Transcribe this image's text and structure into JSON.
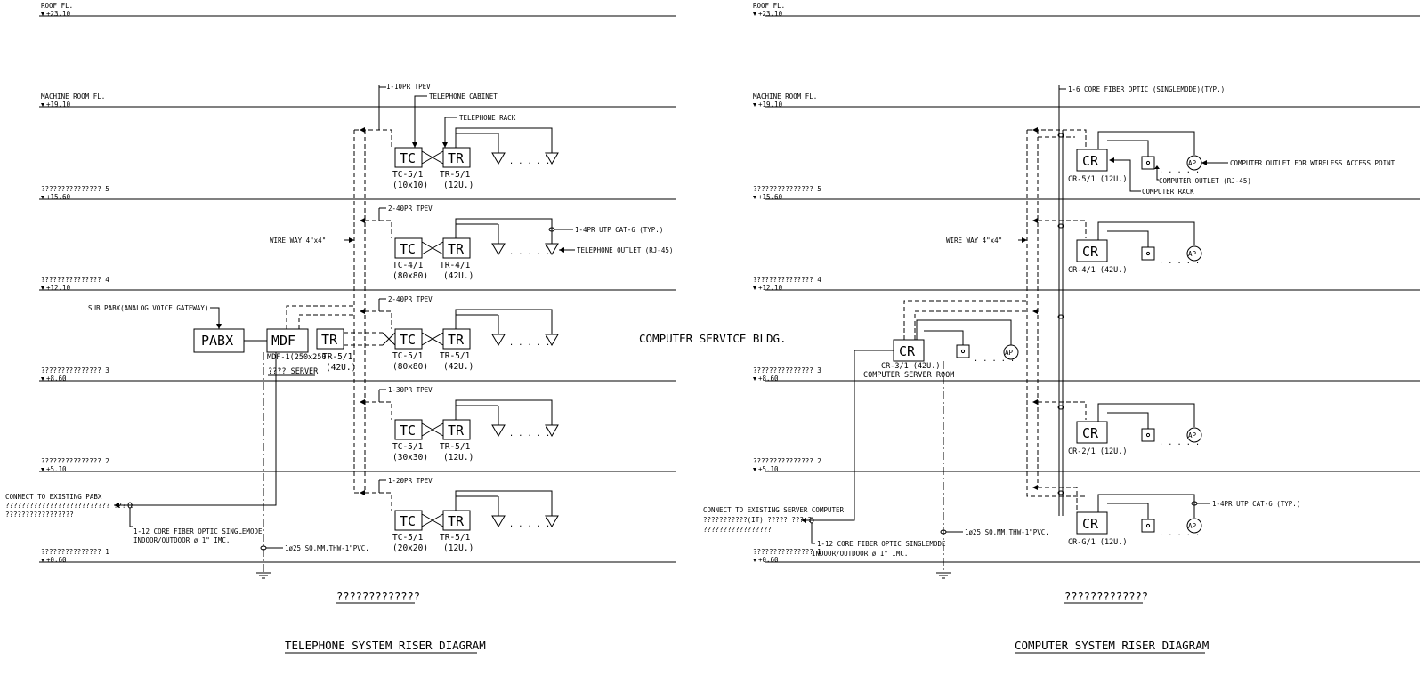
{
  "labels": {
    "roof": "ROOF FL.",
    "machine_room": "MACHINE ROOM FL.",
    "elev_roof": "+23.10",
    "elev_machine": "+19.10",
    "elev_5": "+15.60",
    "elev_4": "+12.10",
    "elev_3": "+8.60",
    "elev_2": "+5.10",
    "elev_1": "+0.60",
    "fl5": "??????????????? 5",
    "fl4": "??????????????? 4",
    "fl3": "??????????????? 3",
    "fl2": "??????????????? 2",
    "fl1": "??????????????? 1"
  },
  "telephone": {
    "title": "TELEPHONE SYSTEM RISER DIAGRAM",
    "subtitle": "?????????????",
    "cable_top": "1-10PR TPEV",
    "telephone_cabinet": "TELEPHONE CABINET",
    "telephone_rack": "TELEPHONE RACK",
    "cable_5": "2-40PR TPEV",
    "utp_note": "1-4PR UTP CAT-6 (TYP.)",
    "telephone_outlet": "TELEPHONE OUTLET (RJ-45)",
    "wire_way": "WIRE WAY 4\"x4\"",
    "sub_pabx": "SUB PABX(ANALOG VOICE GATEWAY)",
    "cable_4": "2-40PR TPEV",
    "cable_3": "1-30PR TPEV",
    "cable_2": "1-20PR TPEV",
    "pabx": "PABX",
    "mdf": "MDF",
    "mdf_label": "MDF-1(250x250)",
    "server_label": "???? SERVER",
    "tr_mdf_label": "TR-5/1",
    "tr_mdf_size": "(42U.)",
    "tc": "TC",
    "tr": "TR",
    "tc_mr_label": "TC-5/1",
    "tc_mr_size": "(10x10)",
    "tr_mr_label": "TR-5/1",
    "tr_mr_size": "(12U.)",
    "tc_5_label": "TC-4/1",
    "tc_5_size": "(80x80)",
    "tr_5_label": "TR-4/1",
    "tr_5_size": "(42U.)",
    "tc_4_label": "TC-5/1",
    "tc_4_size": "(80x80)",
    "tr_4_label": "TR-5/1",
    "tr_4_size": "(42U.)",
    "tc_3_label": "TC-5/1",
    "tc_3_size": "(30x30)",
    "tr_3_label": "TR-5/1",
    "tr_3_size": "(12U.)",
    "tc_2_label": "TC-5/1",
    "tc_2_size": "(20x20)",
    "tr_2_label": "TR-5/1",
    "tr_2_size": "(12U.)",
    "connect_existing": "CONNECT TO EXISTING PABX",
    "connect_q1": "?????????????????????????? ??? ?",
    "connect_q2": "?????????????????",
    "fiber_1": "1-12 CORE FIBER OPTIC SINGLEMODE",
    "fiber_2": "INDOOR/OUTDOOR ø 1\" IMC.",
    "ground": "1ø25 SQ.MM.THW-1\"PVC.",
    "dots": ". . . . ."
  },
  "center_label": "COMPUTER SERVICE BLDG.",
  "computer": {
    "title": "COMPUTER SYSTEM RISER DIAGRAM",
    "subtitle": "?????????????",
    "fiber_top": "1-6 CORE FIBER OPTIC (SINGLEMODE)(TYP.)",
    "outlet_wireless": "COMPUTER OUTLET FOR WIRELESS ACCESS POINT",
    "outlet_rj45": "COMPUTER OUTLET (RJ-45)",
    "computer_rack": "COMPUTER RACK",
    "wire_way": "WIRE WAY 4\"x4\"",
    "cr": "CR",
    "ap": "AP",
    "cr_5_label": "CR-5/1 (12U.)",
    "cr_4_label": "CR-4/1 (42U.)",
    "cr_3_label": "CR-3/1 (42U.)",
    "server_room": "COMPUTER SERVER ROOM",
    "cr_2_label": "CR-2/1 (12U.)",
    "cr_1_label": "CR-G/1 (12U.)",
    "utp_note": "1-4PR UTP CAT-6 (TYP.)",
    "connect_existing": "CONNECT TO EXISTING SERVER COMPUTER",
    "connect_q1": "???????????(IT) ????? ??? ?",
    "connect_q2": "?????????????????",
    "fiber_1": "1-12 CORE FIBER OPTIC SINGLEMODE",
    "fiber_2": "INDOOR/OUTDOOR ø 1\" IMC.",
    "ground": "1ø25 SQ.MM.THW-1\"PVC.",
    "dots": ". . . . ."
  }
}
